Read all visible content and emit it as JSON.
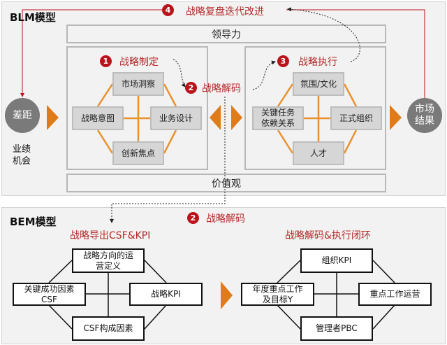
{
  "blm": {
    "title": "BLM模型",
    "step4": {
      "num": "4",
      "label": "战略复盘迭代改进"
    },
    "leadership": "领导力",
    "values": "价值观",
    "gap": "差距",
    "opportunity": "业绩\n机会",
    "market_result": "市场\n结果",
    "step1": {
      "num": "1",
      "label": "战略制定"
    },
    "step2": {
      "num": "2",
      "label": "战略解码"
    },
    "step3": {
      "num": "3",
      "label": "战略执行"
    },
    "formulation": {
      "top": "市场洞察",
      "left": "战略意图",
      "right": "业务设计",
      "bottom": "创新焦点"
    },
    "execution": {
      "top": "氛围/文化",
      "left": "关键任务\n依赖关系",
      "right": "正式组织",
      "bottom": "人才"
    }
  },
  "bem": {
    "title": "BEM模型",
    "step2": {
      "num": "2",
      "label": "战略解码"
    },
    "left_title": "战略导出CSF&KPI",
    "right_title": "战略解码&执行闭环",
    "left": {
      "top": "战略方向的运\n营定义",
      "left": "关键成功因素\nCSF",
      "right": "战略KPI",
      "bottom": "CSF构成因素"
    },
    "right": {
      "top": "组织KPI",
      "left": "年度重点工作\n及目标Y",
      "right": "重点工作运营",
      "bottom": "管理者PBC"
    }
  },
  "colors": {
    "accent": "#b8141b",
    "orange": "#e07b1a",
    "gray": "#7a7a7a"
  }
}
